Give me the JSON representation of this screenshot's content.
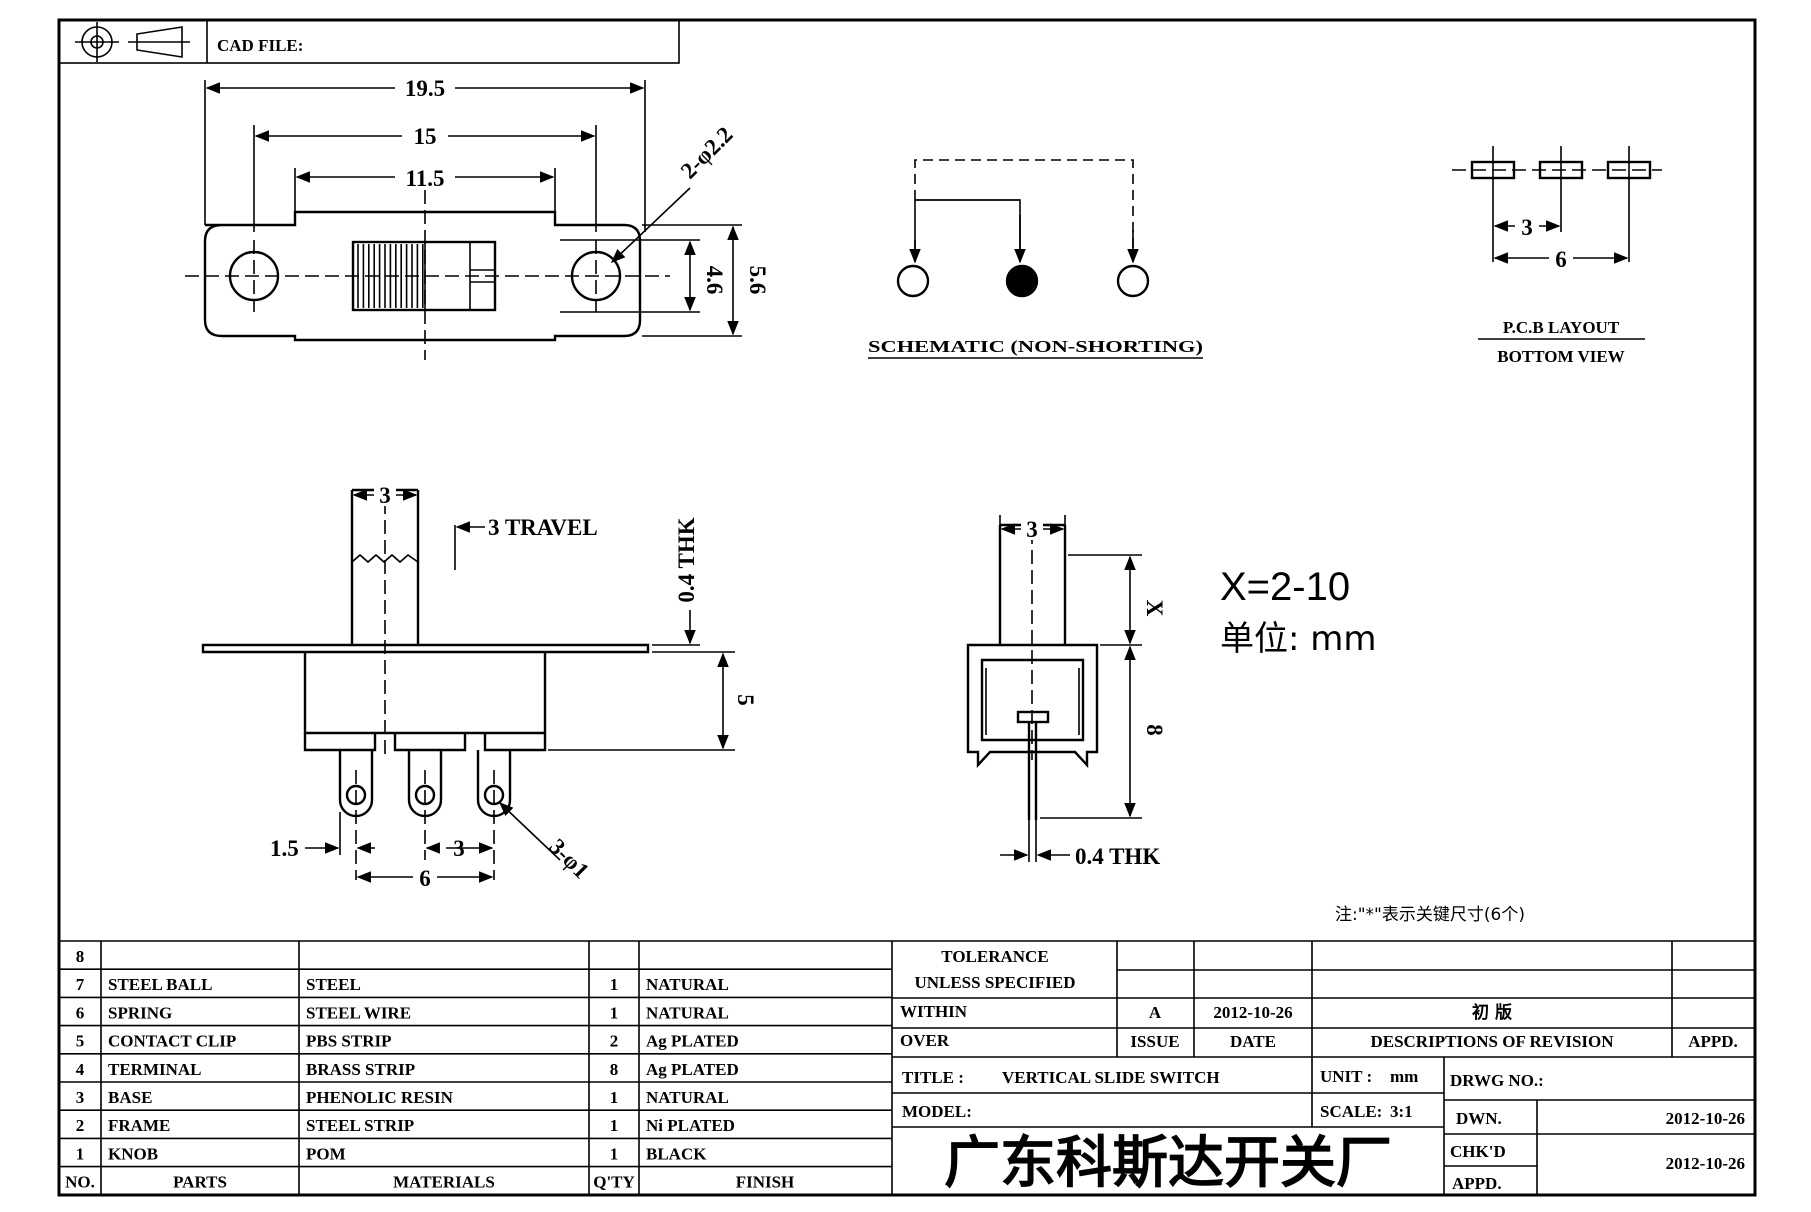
{
  "header": {
    "cad_file_label": "CAD FILE:"
  },
  "top_view": {
    "dim_overall": "19.5",
    "dim_hole_pitch": "15",
    "dim_body": "11.5",
    "dim_holes": "2-φ2.2",
    "dim_h_inner": "4.6",
    "dim_h_outer": "5.6"
  },
  "schematic": {
    "label": "SCHEMATIC (NON-SHORTING)"
  },
  "pcb": {
    "dim_pitch": "3",
    "dim_span": "6",
    "label_line1": "P.C.B LAYOUT",
    "label_line2": "BOTTOM VIEW"
  },
  "side_view": {
    "dim_knob": "3",
    "travel": "3 TRAVEL",
    "thk": "0.4 THK",
    "dim_height": "5",
    "dim_edge": "1.5",
    "dim_pitch": "3",
    "dim_span": "6",
    "dim_pins": "3-φ1"
  },
  "end_view": {
    "dim_knob": "3",
    "dim_x": "X",
    "dim_height": "8",
    "thk": "0.4 THK"
  },
  "spec": {
    "x_range": "X=2-10",
    "unit": "单位: mm"
  },
  "footnote": "注:\"*\"表示关键尺寸(6个)",
  "parts_table": {
    "rows": [
      {
        "no": "8",
        "part": "",
        "material": "",
        "qty": "",
        "finish": ""
      },
      {
        "no": "7",
        "part": "STEEL BALL",
        "material": "STEEL",
        "qty": "1",
        "finish": "NATURAL"
      },
      {
        "no": "6",
        "part": "SPRING",
        "material": "STEEL WIRE",
        "qty": "1",
        "finish": "NATURAL"
      },
      {
        "no": "5",
        "part": "CONTACT CLIP",
        "material": "PBS STRIP",
        "qty": "2",
        "finish": "Ag PLATED"
      },
      {
        "no": "4",
        "part": "TERMINAL",
        "material": "BRASS STRIP",
        "qty": "8",
        "finish": "Ag PLATED"
      },
      {
        "no": "3",
        "part": "BASE",
        "material": "PHENOLIC RESIN",
        "qty": "1",
        "finish": "NATURAL"
      },
      {
        "no": "2",
        "part": "FRAME",
        "material": "STEEL STRIP",
        "qty": "1",
        "finish": "Ni PLATED"
      },
      {
        "no": "1",
        "part": "KNOB",
        "material": "POM",
        "qty": "1",
        "finish": "BLACK"
      }
    ],
    "header": {
      "no": "NO.",
      "part": "PARTS",
      "material": "MATERIALS",
      "qty": "Q'TY",
      "finish": "FINISH"
    }
  },
  "title_block": {
    "tolerance_line1": "TOLERANCE",
    "tolerance_line2": "UNLESS  SPECIFIED",
    "within": "WITHIN",
    "over": "OVER",
    "rev_issue": "A",
    "rev_date": "2012-10-26",
    "rev_desc": "初 版",
    "issue_label": "ISSUE",
    "date_label": "DATE",
    "desc_label": "DESCRIPTIONS OF REVISION",
    "appd_label": "APPD.",
    "title_label": "TITLE :",
    "title_value": "VERTICAL  SLIDE  SWITCH",
    "unit_label": "UNIT :",
    "unit_value": "mm",
    "drwg_label": "DRWG NO.:",
    "model_label": "MODEL:",
    "scale_label": "SCALE:",
    "scale_value": "3:1",
    "dwn_label": "DWN.",
    "dwn_date": "2012-10-26",
    "chkd_label": "CHK'D",
    "chkd_date": "2012-10-26",
    "appd2_label": "APPD.",
    "company": "广东科斯达开关厂"
  }
}
